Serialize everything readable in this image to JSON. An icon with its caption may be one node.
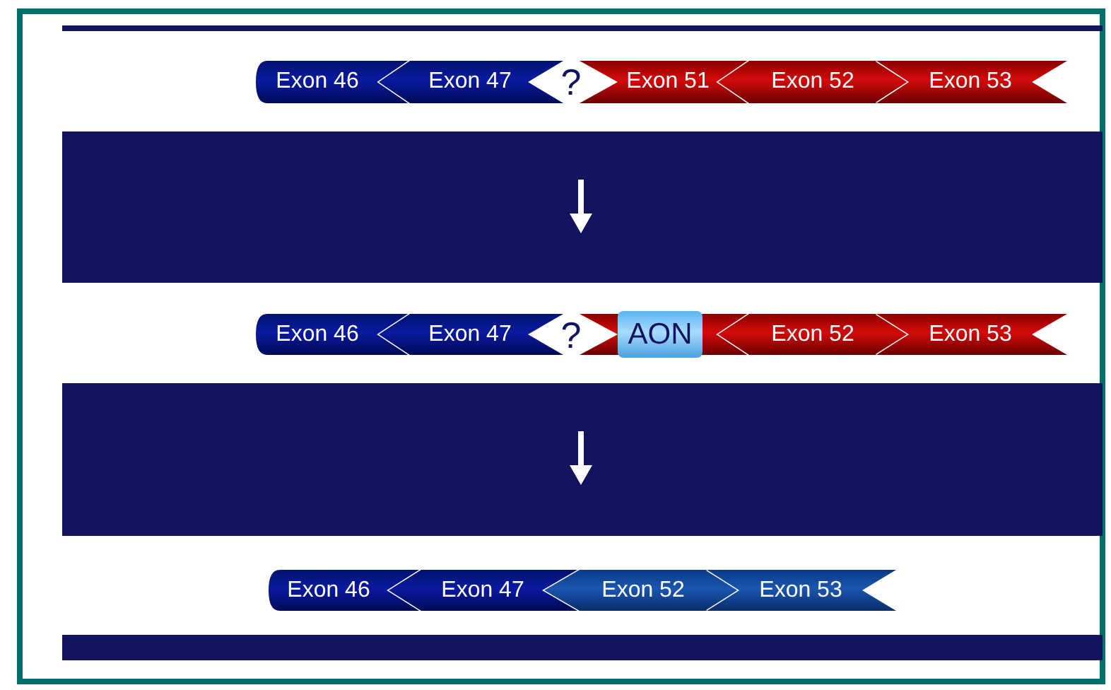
{
  "diagram": {
    "nodes": [
      {
        "text": [
          "Exon 46"
        ]
      },
      {
        "text": [
          "Exon 47"
        ]
      },
      {
        "text": [
          "Exon 51"
        ]
      },
      {
        "text": [
          "Exon 52"
        ]
      },
      {
        "text": [
          "Exon 53"
        ]
      },
      {
        "text": [
          "Exon 46"
        ]
      },
      {
        "text": [
          "Exon 47"
        ]
      },
      {
        "text": [],
        "shape": "bar"
      },
      {
        "text": [
          "AON"
        ]
      },
      {
        "text": [
          "Exon 52"
        ]
      },
      {
        "text": [
          "Exon 53"
        ]
      },
      {
        "text": [
          "Exon 46"
        ]
      },
      {
        "text": [
          "Exon 47"
        ]
      },
      {
        "text": [
          "Exon 52"
        ]
      },
      {
        "text": [
          "Exon 53"
        ]
      }
    ],
    "labels": [
      "?",
      "?"
    ]
  }
}
